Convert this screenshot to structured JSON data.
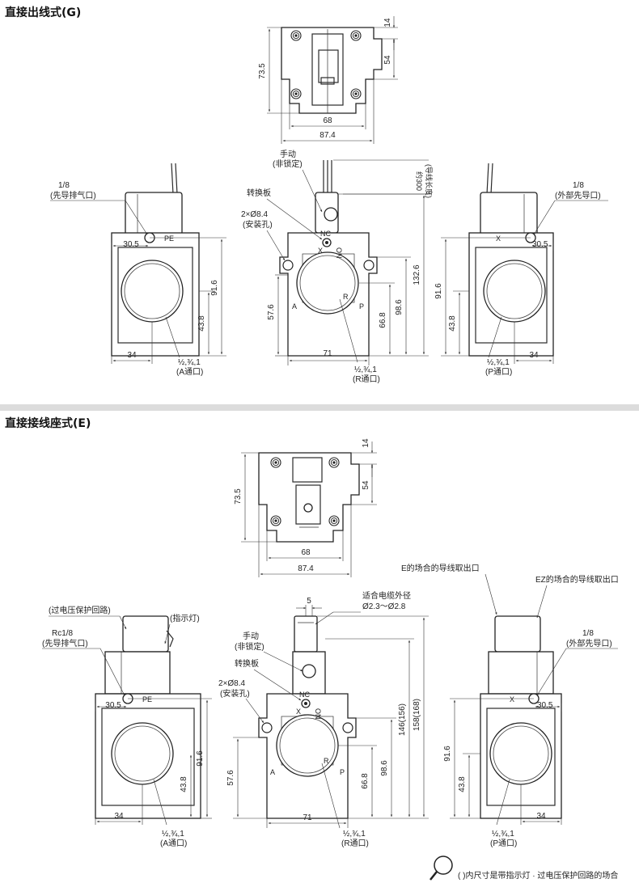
{
  "sections": [
    {
      "title": "直接出线式(G)"
    },
    {
      "title": "直接接线座式(E)"
    }
  ],
  "top_view": {
    "dim_height": "73.5",
    "dim_top": "14",
    "dim_right": "54",
    "dim_width_inner": "68",
    "dim_width_outer": "87.4"
  },
  "g_views": {
    "left": {
      "port_size": "1/8",
      "port_name": "(先导排气口)",
      "pe": "PE",
      "dim_offset": "30.5",
      "dim_width": "34",
      "dim_h1": "91.6",
      "dim_h2": "43.8",
      "conn_size": "½,¾,1",
      "conn_name": "(A通口)"
    },
    "center": {
      "manual": "手动",
      "manual_sub": "(非锁定)",
      "switch": "转换板",
      "holes": "2×Ø8.4",
      "holes_sub": "(安装孔)",
      "lead_len": "约300",
      "lead_sub": "(导线长度)",
      "nc": "NC",
      "x": "X",
      "on": "ON",
      "a": "A",
      "r": "R",
      "p": "P",
      "dim_width": "71",
      "dim_h_left": "57.6",
      "dim_h1": "66.8",
      "dim_h2": "98.6",
      "dim_h3": "132.6",
      "conn_size": "½,¾,1",
      "conn_name": "(R通口)"
    },
    "right": {
      "port_size": "1/8",
      "port_name": "(外部先导口)",
      "x": "X",
      "dim_offset": "30.5",
      "dim_width": "34",
      "dim_h1": "91.6",
      "dim_h2": "43.8",
      "conn_size": "½,¾,1",
      "conn_name": "(P通口)"
    }
  },
  "e_views": {
    "left": {
      "surge": "(过电压保护回路)",
      "lamp": "(指示灯)",
      "port_size": "Rc1/8",
      "port_name": "(先导排气口)",
      "pe": "PE",
      "dim_offset": "30.5",
      "dim_width": "34",
      "dim_h1": "91.6",
      "dim_h2": "43.8",
      "conn_size": "½,¾,1",
      "conn_name": "(A通口)"
    },
    "center": {
      "cable": "适合电缆外径",
      "cable_range": "Ø2.3～Ø2.8",
      "dim_top": "5",
      "manual": "手动",
      "manual_sub": "(非锁定)",
      "switch": "转换板",
      "holes": "2×Ø8.4",
      "holes_sub": "(安装孔)",
      "nc": "NC",
      "x": "X",
      "on": "ON",
      "a": "A",
      "r": "R",
      "p": "P",
      "dim_width": "71",
      "dim_h_left": "57.6",
      "dim_h1": "66.8",
      "dim_h2": "98.6",
      "dim_h3": "146(156)",
      "dim_h4": "158(168)",
      "conn_size": "½,¾,1",
      "conn_name": "(R通口)"
    },
    "right": {
      "e_exit": "E的场合的导线取出口",
      "ez_exit": "EZ的场合的导线取出口",
      "port_size": "1/8",
      "port_name": "(外部先导口)",
      "x": "X",
      "dim_offset": "30.5",
      "dim_width": "34",
      "dim_h1": "91.6",
      "dim_h2": "43.8",
      "conn_size": "½,¾,1",
      "conn_name": "(P通口)"
    }
  },
  "footnote": "( )内尺寸是带指示灯 · 过电压保护回路的场合",
  "colors": {
    "divider": "#dcdcdc",
    "line": "#2a2a2a"
  }
}
